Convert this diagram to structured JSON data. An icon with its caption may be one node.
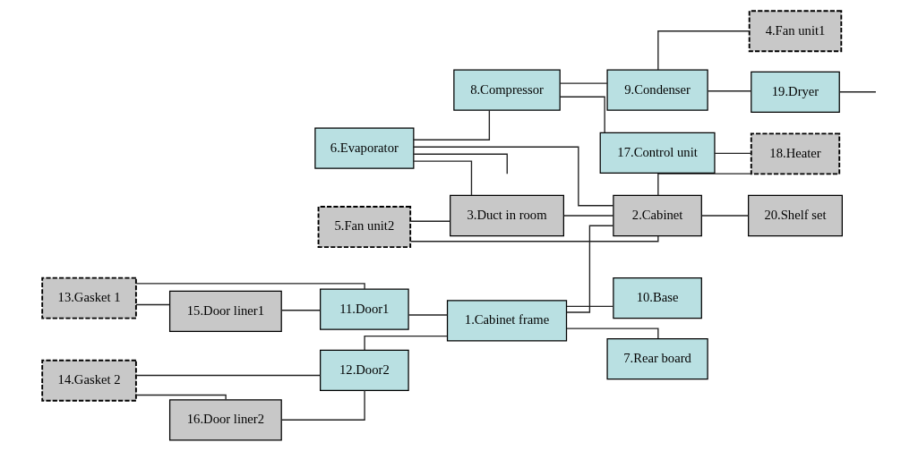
{
  "diagram": {
    "nodes": [
      {
        "text": [
          "1.Cabinet frame"
        ]
      },
      {
        "text": [
          "2.Cabinet"
        ]
      },
      {
        "text": [
          "3.Duct in room"
        ]
      },
      {
        "text": [
          "4.Fan unit1"
        ]
      },
      {
        "text": [
          "5.Fan unit2"
        ]
      },
      {
        "text": [
          "6.Evaporator"
        ]
      },
      {
        "text": [
          "7.Rear board"
        ]
      },
      {
        "text": [
          "8.Compressor"
        ]
      },
      {
        "text": [
          "9.Condenser"
        ]
      },
      {
        "text": [
          "10.Base"
        ]
      },
      {
        "text": [
          "11.Door1"
        ]
      },
      {
        "text": [
          "12.Door2"
        ]
      },
      {
        "text": [
          "13.Gasket 1"
        ]
      },
      {
        "text": [
          "14.Gasket 2"
        ]
      },
      {
        "text": [
          "15.Door liner1"
        ]
      },
      {
        "text": [
          "16.Door liner2"
        ]
      },
      {
        "text": [
          "17.Control unit"
        ]
      },
      {
        "text": [
          "18.Heater"
        ]
      },
      {
        "text": [
          "19.Dryer"
        ]
      },
      {
        "text": [
          "20.Shelf set"
        ]
      }
    ],
    "edges": [
      {
        "from": 12,
        "to": 14,
        "arrow": "none"
      },
      {
        "from": 12,
        "to": 10,
        "arrow": "none"
      },
      {
        "from": 14,
        "to": 10,
        "arrow": "none"
      },
      {
        "from": 13,
        "to": 15,
        "arrow": "none"
      },
      {
        "from": 13,
        "to": 11,
        "arrow": "none"
      },
      {
        "from": 15,
        "to": 11,
        "arrow": "none"
      },
      {
        "from": 10,
        "to": 0,
        "arrow": "none"
      },
      {
        "from": 11,
        "to": 0,
        "arrow": "none"
      },
      {
        "from": 0,
        "to": 6,
        "arrow": "none"
      },
      {
        "from": 0,
        "to": 9,
        "arrow": "none"
      },
      {
        "from": 0,
        "to": 1,
        "arrow": "none"
      },
      {
        "from": 5,
        "to": 1,
        "arrow": "none"
      },
      {
        "from": 5,
        "to": 7,
        "arrow": "none"
      },
      {
        "from": 7,
        "to": 16,
        "arrow": "none"
      },
      {
        "from": 7,
        "to": 8,
        "arrow": "none"
      },
      {
        "from": 8,
        "to": 18,
        "arrow": "none"
      },
      {
        "from": 8,
        "to": 3,
        "arrow": "none"
      },
      {
        "from": 5,
        "to": 2,
        "arrow": "none"
      },
      {
        "from": 4,
        "to": 2,
        "arrow": "none"
      },
      {
        "from": 4,
        "to": 1,
        "arrow": "none"
      },
      {
        "from": 2,
        "to": 1,
        "arrow": "none"
      },
      {
        "from": 1,
        "to": 17,
        "arrow": "none"
      },
      {
        "from": 1,
        "to": 19,
        "arrow": "none"
      },
      {
        "from": 16,
        "to": 17,
        "arrow": "none"
      },
      {
        "from": 18,
        "to": null,
        "arrow": "none"
      },
      {
        "from": 5,
        "to": null,
        "arrow": "none"
      }
    ]
  }
}
